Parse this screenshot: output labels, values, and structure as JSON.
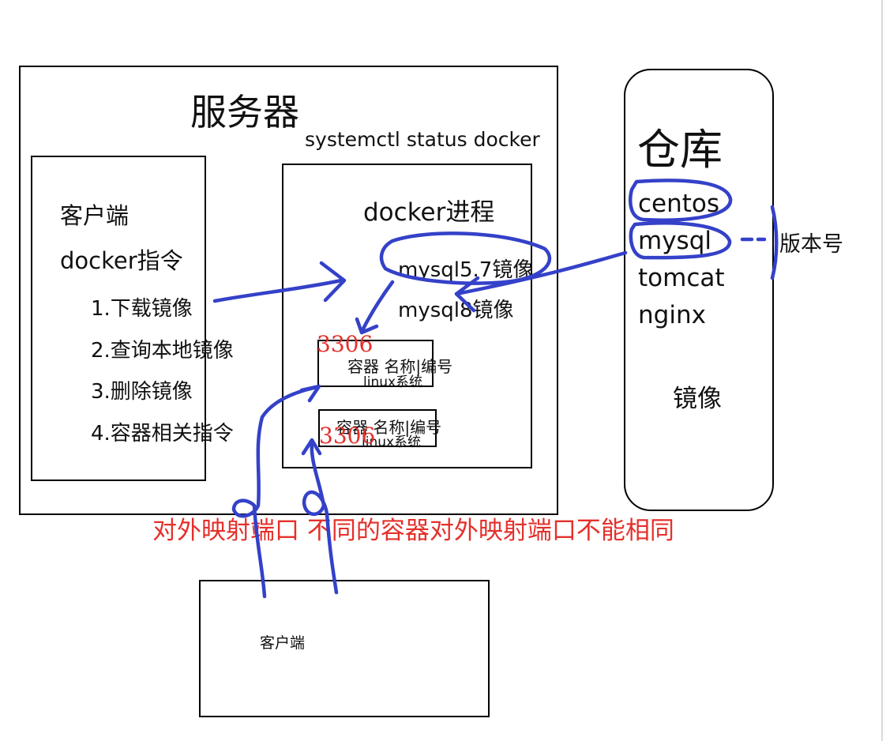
{
  "server": {
    "title": "服务器",
    "status_command": "systemctl status docker"
  },
  "client_panel": {
    "title": "客户端",
    "subtitle": "docker指令",
    "commands": [
      "1.下载镜像",
      "2.查询本地镜像",
      "3.删除镜像",
      "4.容器相关指令"
    ]
  },
  "docker_process": {
    "title": "docker进程",
    "images": [
      "mysql5.7镜像",
      "mysql8镜像"
    ],
    "containers": [
      {
        "name": "容器 名称|编号",
        "os": "linux系统",
        "port": "3306"
      },
      {
        "name": "容器 名称|编号",
        "os": "linux系统",
        "port": "3306"
      }
    ]
  },
  "repository": {
    "title": "仓库",
    "images": [
      "centos",
      "mysql",
      "tomcat",
      "nginx"
    ],
    "footer": "镜像",
    "version_label": "版本号"
  },
  "note": "对外映射端口  不同的容器对外映射端口不能相同",
  "external_client": {
    "label": "客户端"
  },
  "colors": {
    "ink_blue": "#3441c8",
    "annotation_red": "#e4302b",
    "box_border": "#000000"
  }
}
